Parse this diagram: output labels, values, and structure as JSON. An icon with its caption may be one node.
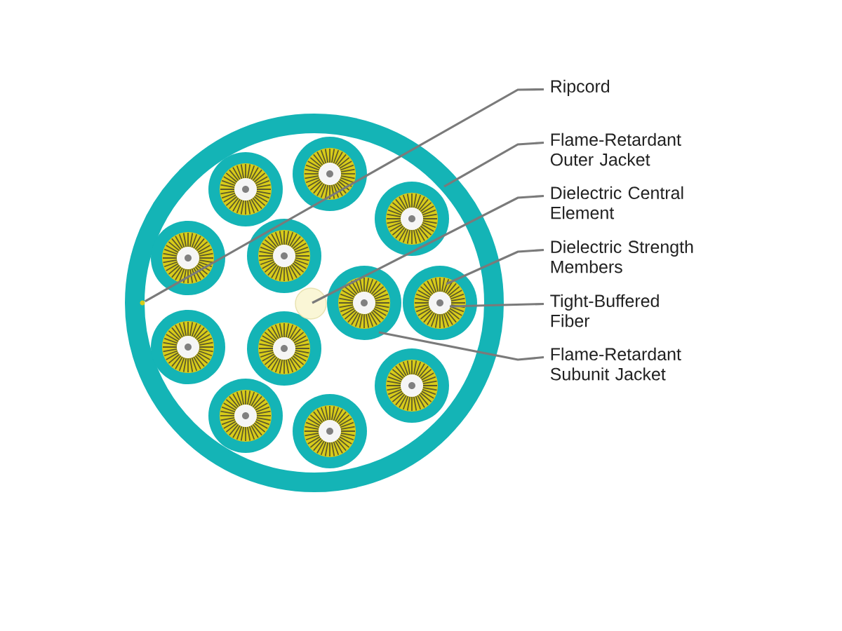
{
  "diagram": {
    "nodes": [
      {
        "text": [
          "Ripcord"
        ]
      },
      {
        "text": [
          "Flame-Retardant Outer Jacket"
        ]
      },
      {
        "text": [
          "Dielectric Central Element"
        ]
      },
      {
        "text": [
          "Dielectric Strength Members"
        ]
      },
      {
        "text": [
          "Tight-Buffered Fiber"
        ]
      },
      {
        "text": [
          "Flame-Retardant Subunit Jacket"
        ]
      },
      {
        "text": [],
        "shape": "circle"
      }
    ],
    "edges": [
      {
        "from": 0,
        "to": 6,
        "arrow": "none"
      },
      {
        "from": 1,
        "to": null,
        "arrow": "none"
      },
      {
        "from": 2,
        "to": null,
        "arrow": "none"
      },
      {
        "from": 3,
        "to": null,
        "arrow": "none"
      },
      {
        "from": 4,
        "to": null,
        "arrow": "none"
      },
      {
        "from": 5,
        "to": null,
        "arrow": "none"
      }
    ]
  }
}
